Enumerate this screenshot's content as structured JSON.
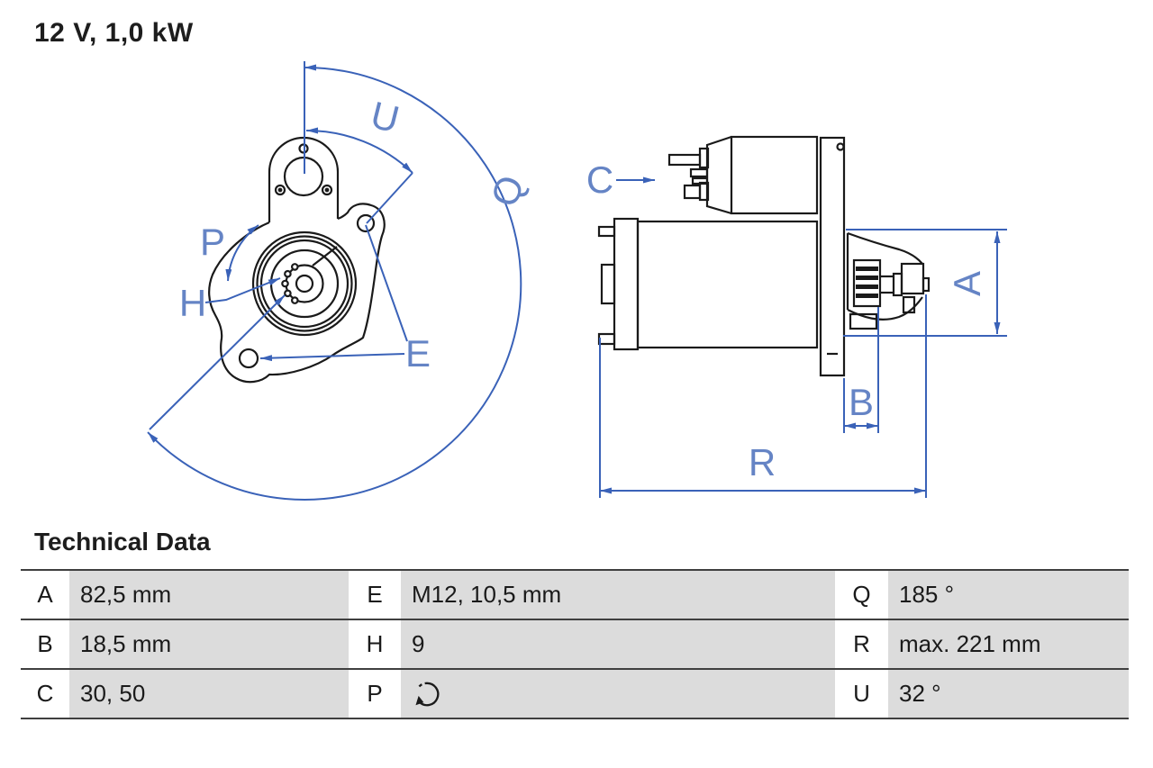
{
  "title": "12 V, 1,0 kW",
  "colors": {
    "dimension_blue": "#3a62b8",
    "label_blue": "#6584c5",
    "drawing_ink": "#1a1a1a",
    "table_cell_gray": "#dcdcdc",
    "table_rule": "#3f3f3f"
  },
  "front_view": {
    "labels": {
      "u": "U",
      "q": "Q",
      "p": "P",
      "h": "H",
      "e": "E"
    }
  },
  "side_view": {
    "labels": {
      "c": "C",
      "a": "A",
      "b": "B",
      "r": "R"
    }
  },
  "table": {
    "heading": "Technical Data",
    "rows": [
      {
        "cells": [
          {
            "key": "A",
            "value": "82,5 mm"
          },
          {
            "key": "E",
            "value": "M12, 10,5 mm"
          },
          {
            "key": "Q",
            "value": "185 °"
          }
        ]
      },
      {
        "cells": [
          {
            "key": "B",
            "value": "18,5 mm"
          },
          {
            "key": "H",
            "value": "9"
          },
          {
            "key": "R",
            "value": "max. 221 mm"
          }
        ]
      },
      {
        "cells": [
          {
            "key": "C",
            "value": "30, 50"
          },
          {
            "key": "P",
            "value": "",
            "icon": "rotation-direction-icon"
          },
          {
            "key": "U",
            "value": "32 °"
          }
        ]
      }
    ]
  }
}
